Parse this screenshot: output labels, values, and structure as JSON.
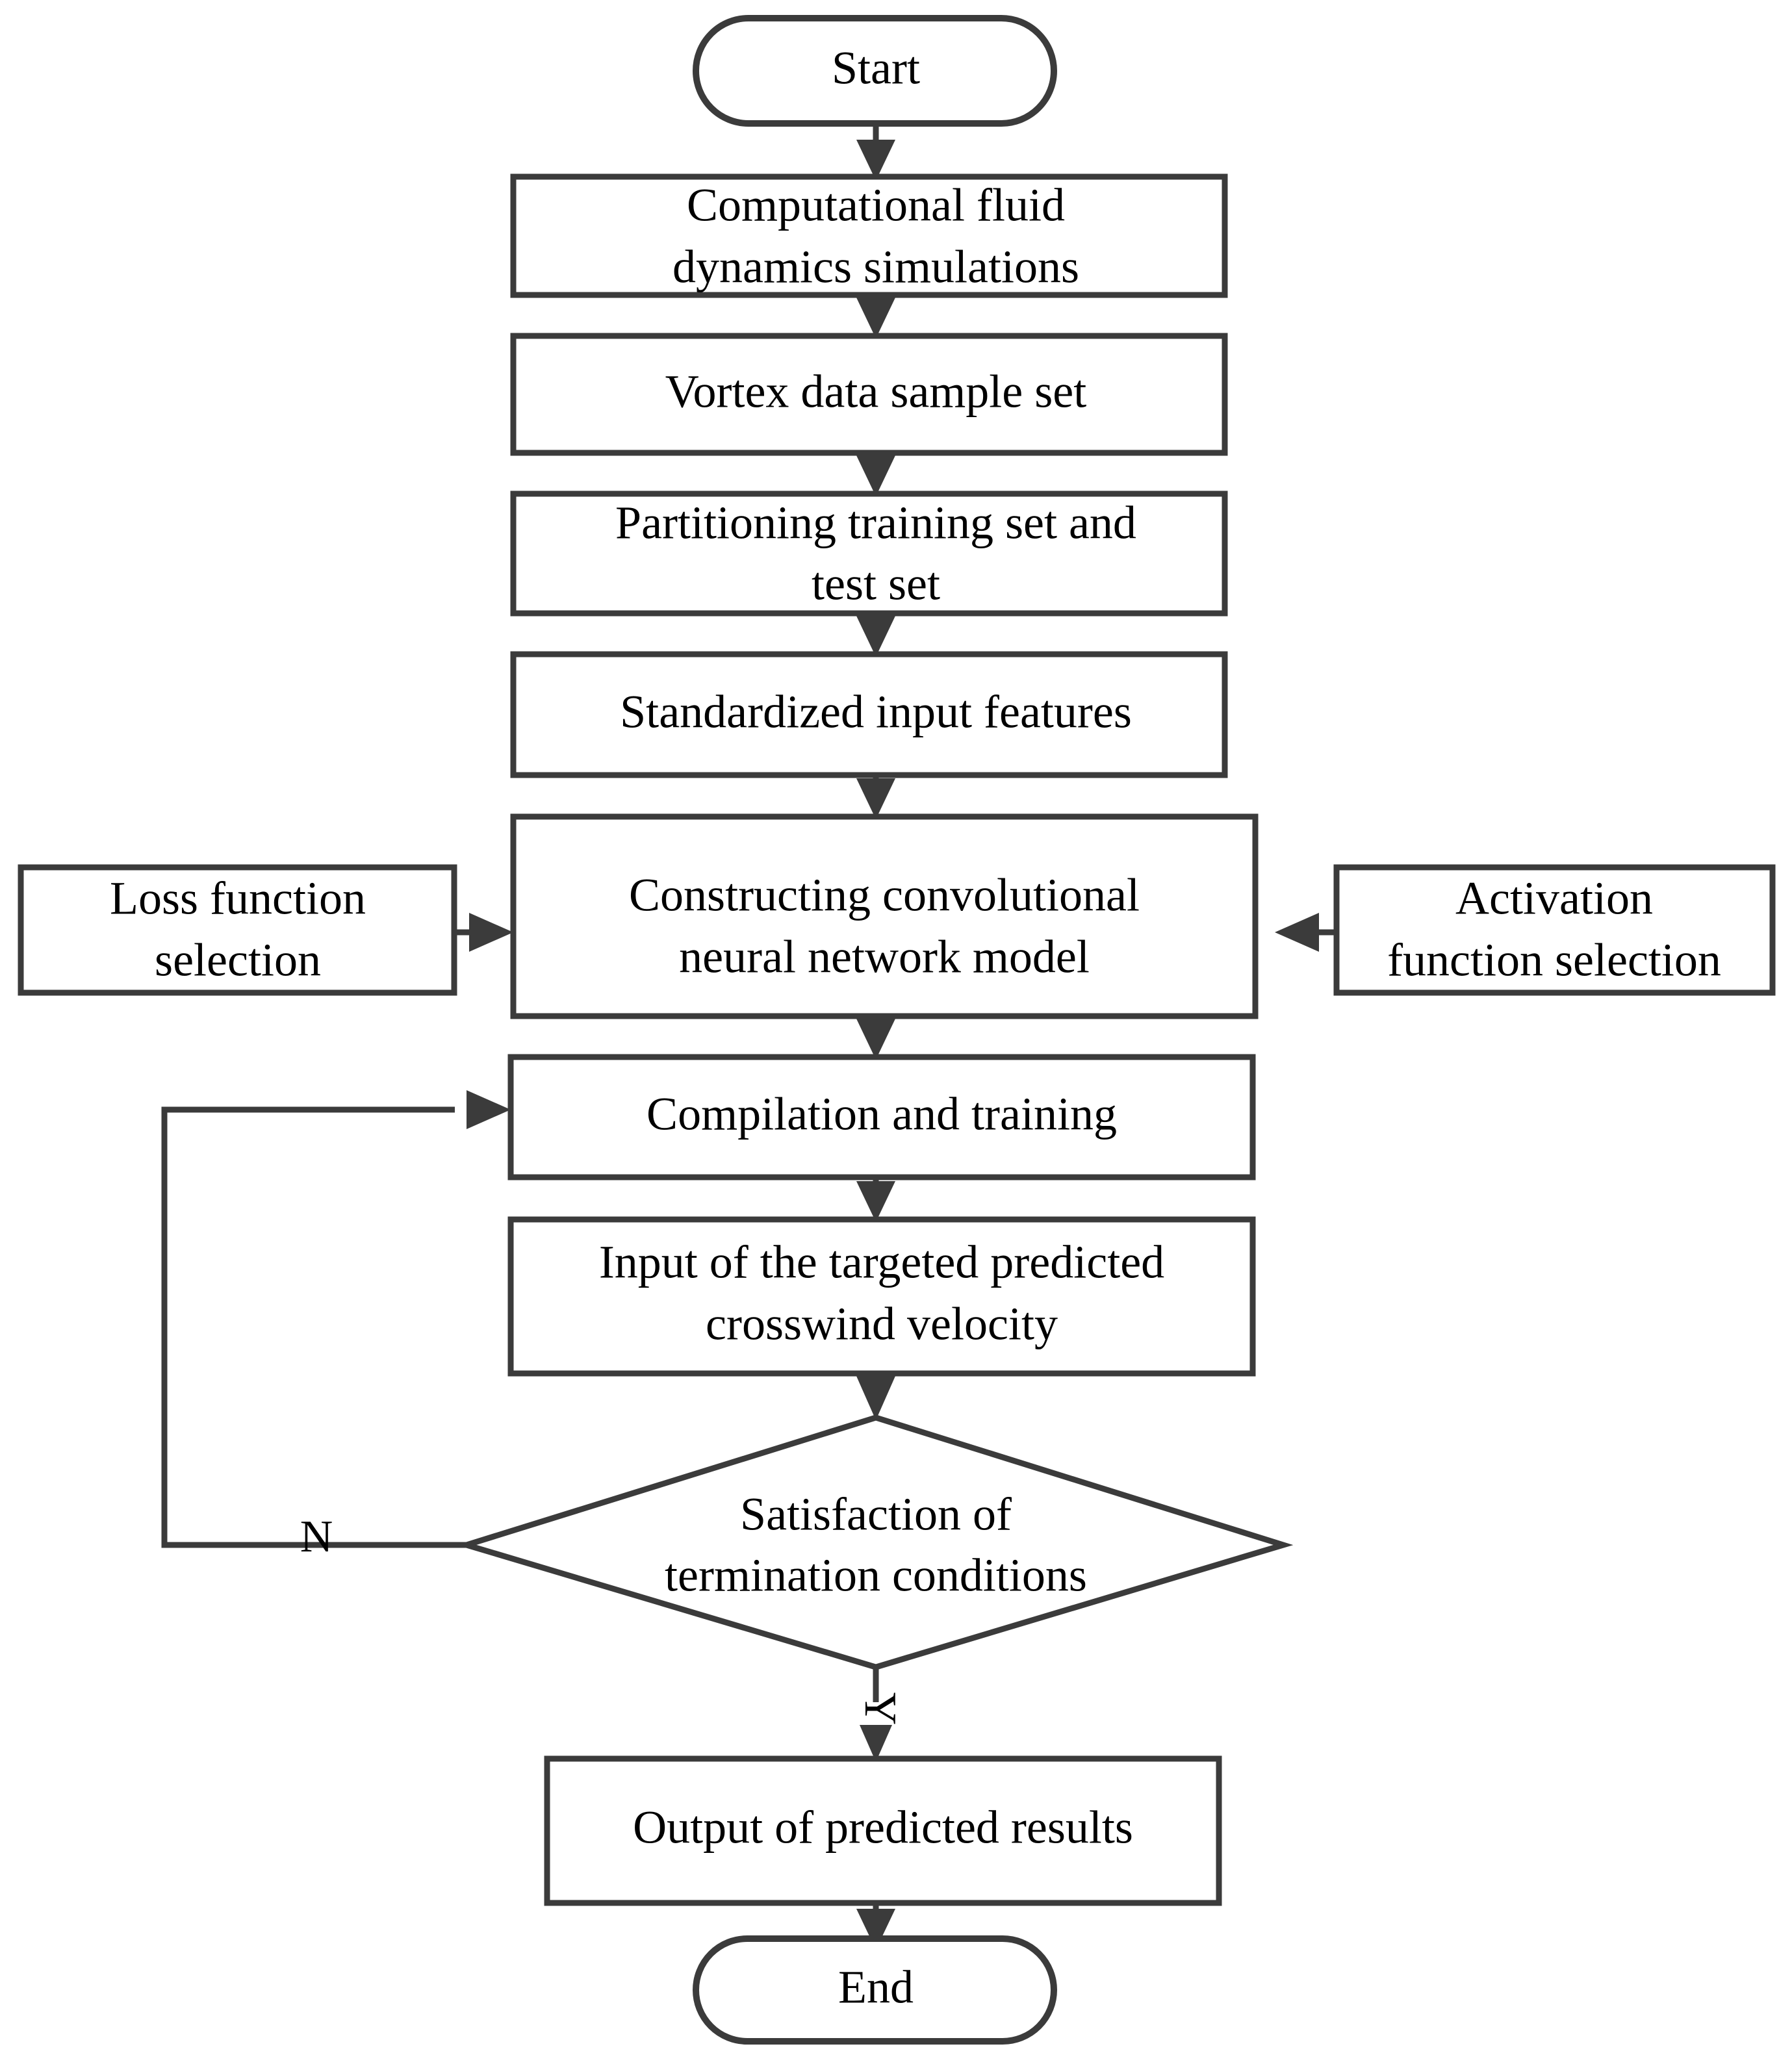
{
  "diagram": {
    "title": "CNN vortex prediction workflow flowchart",
    "type": "flowchart",
    "colors": {
      "background": "#ffffff",
      "stroke": "#3b3b3b",
      "text": "#000000"
    },
    "nodes": [
      {
        "id": "start",
        "shape": "terminator",
        "label": "Start"
      },
      {
        "id": "cfd",
        "shape": "process",
        "line1": "Computational fluid",
        "line2": "dynamics simulations"
      },
      {
        "id": "vortex",
        "shape": "process",
        "line1": "Vortex data sample set"
      },
      {
        "id": "partition",
        "shape": "process",
        "line1": "Partitioning training set and",
        "line2": "test set"
      },
      {
        "id": "standardize",
        "shape": "process",
        "line1": "Standardized input features"
      },
      {
        "id": "loss",
        "shape": "process",
        "line1": "Loss function",
        "line2": "selection"
      },
      {
        "id": "construct",
        "shape": "process",
        "line1": "Constructing convolutional",
        "line2": "neural network model"
      },
      {
        "id": "activation",
        "shape": "process",
        "line1": "Activation",
        "line2": "function selection"
      },
      {
        "id": "compile",
        "shape": "process",
        "line1": "Compilation and training"
      },
      {
        "id": "input",
        "shape": "process",
        "line1": "Input of the targeted predicted",
        "line2": "crosswind velocity"
      },
      {
        "id": "decision",
        "shape": "decision",
        "line1": "Satisfaction of",
        "line2": "termination conditions"
      },
      {
        "id": "output",
        "shape": "process",
        "line1": "Output of predicted results"
      },
      {
        "id": "end",
        "shape": "terminator",
        "label": "End"
      }
    ],
    "edges": [
      {
        "from": "start",
        "to": "cfd",
        "label": ""
      },
      {
        "from": "cfd",
        "to": "vortex",
        "label": ""
      },
      {
        "from": "vortex",
        "to": "partition",
        "label": ""
      },
      {
        "from": "partition",
        "to": "standardize",
        "label": ""
      },
      {
        "from": "standardize",
        "to": "construct",
        "label": ""
      },
      {
        "from": "loss",
        "to": "construct",
        "label": ""
      },
      {
        "from": "activation",
        "to": "construct",
        "label": ""
      },
      {
        "from": "construct",
        "to": "compile",
        "label": ""
      },
      {
        "from": "compile",
        "to": "input",
        "label": ""
      },
      {
        "from": "input",
        "to": "decision",
        "label": ""
      },
      {
        "from": "decision",
        "to": "compile",
        "label": "N"
      },
      {
        "from": "decision",
        "to": "output",
        "label": "Y"
      },
      {
        "from": "output",
        "to": "end",
        "label": ""
      }
    ],
    "edge_labels": {
      "no": "N",
      "yes": "Y"
    }
  }
}
